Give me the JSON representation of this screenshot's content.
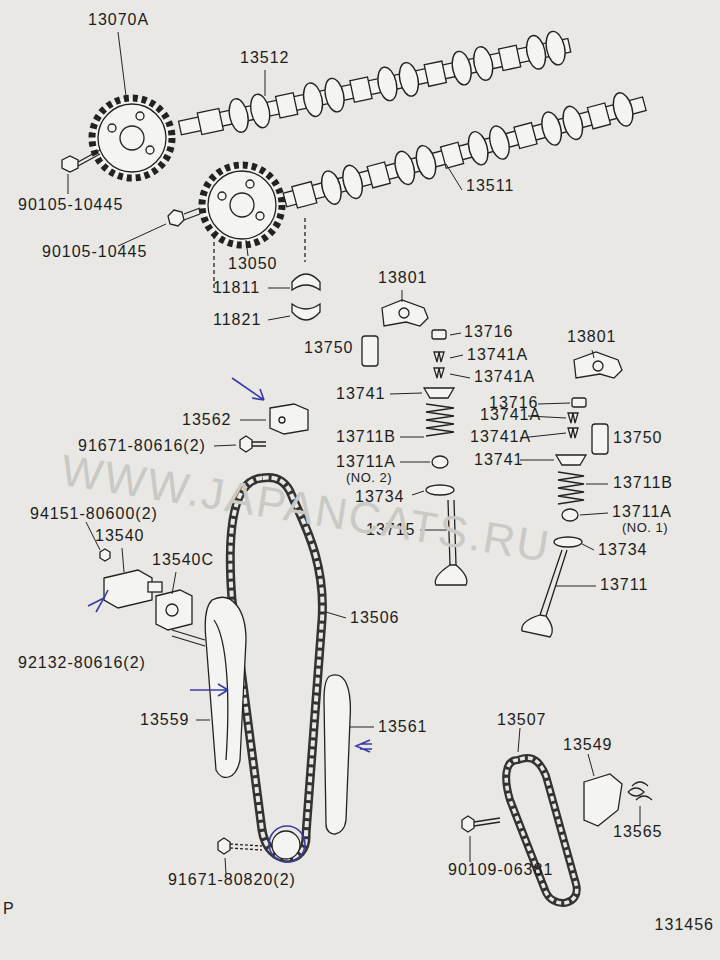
{
  "diagram": {
    "labels": [
      "13070A",
      "13512",
      "90105-10445",
      "13511",
      "90105-10445",
      "13050",
      "11811",
      "11821",
      "13801",
      "13716",
      "13750",
      "13741A",
      "13741A",
      "13741",
      "13801",
      "13562",
      "91671-80616(2)",
      "13711B",
      "13741A",
      "13741A",
      "13716",
      "13750",
      "13711A",
      "(NO. 2)",
      "13741",
      "13734",
      "13711B",
      "94151-80600(2)",
      "13540",
      "13540C",
      "13715",
      "13711A",
      "(NO. 1)",
      "13734",
      "13711",
      "13506",
      "92132-80616(2)",
      "13559",
      "13561",
      "13507",
      "13549",
      "13565",
      "90109-06381",
      "91671-80820(2)",
      "P",
      "131456",
      "WWW.JAPANCATS.RU"
    ]
  }
}
